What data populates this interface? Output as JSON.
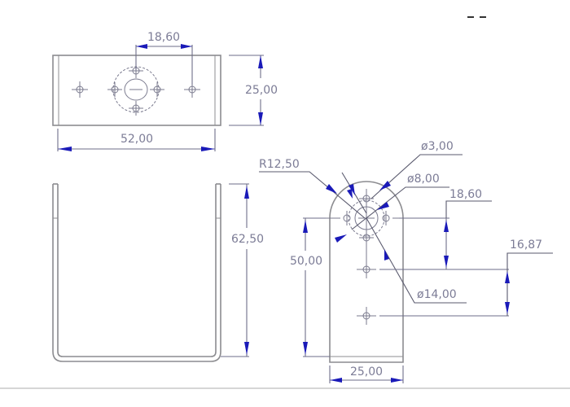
{
  "drawing": {
    "title": "U-bracket technical drawing",
    "colors": {
      "outline": "#8c8c90",
      "dimension_text": "#7c7c96",
      "arrow": "#1a1ab8"
    },
    "top_view": {
      "dimensions": {
        "hole_spacing": "18,60",
        "height": "25,00",
        "width": "52,00"
      }
    },
    "front_view": {
      "dimensions": {
        "height": "62,50"
      }
    },
    "side_view": {
      "dimensions": {
        "radius": "R12,50",
        "dia_small": "ø3,00",
        "dia_mid": "ø8,00",
        "hole_spacing": "18,60",
        "hole_spacing_2": "16,87",
        "center_height": "50,00",
        "dia_large": "ø14,00",
        "width": "25,00"
      }
    }
  }
}
